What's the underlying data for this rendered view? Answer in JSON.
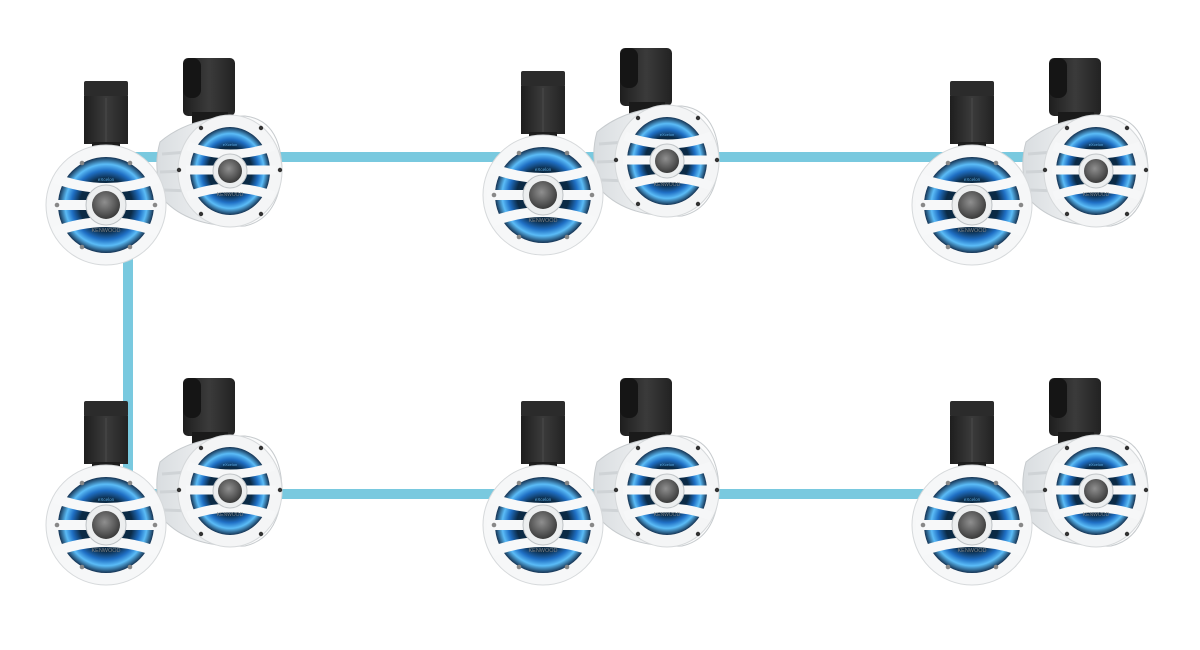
{
  "scene": {
    "description": "Six pairs of white Kenwood eXcelon marine tower speakers with blue LED illumination, connected by light-blue wiring lines",
    "background_color": "#ffffff",
    "wire_color": "#79C9DF",
    "led_color": "#3FA8F0"
  },
  "speaker": {
    "brand": "KENWOOD",
    "series": "eXcelon"
  },
  "groups": [
    {
      "id": "top-left",
      "row": "top",
      "column": "left"
    },
    {
      "id": "top-center",
      "row": "top",
      "column": "center"
    },
    {
      "id": "top-right",
      "row": "top",
      "column": "right"
    },
    {
      "id": "bottom-left",
      "row": "bottom",
      "column": "left"
    },
    {
      "id": "bottom-center",
      "row": "bottom",
      "column": "center"
    },
    {
      "id": "bottom-right",
      "row": "bottom",
      "column": "right"
    }
  ],
  "wires": [
    {
      "id": "top-horizontal-wire",
      "connects": [
        "top-left",
        "top-center",
        "top-right"
      ]
    },
    {
      "id": "left-vertical-wire",
      "connects": [
        "top-left",
        "bottom-left"
      ]
    },
    {
      "id": "bottom-horizontal-wire",
      "connects": [
        "bottom-left",
        "bottom-center",
        "bottom-right"
      ]
    }
  ]
}
